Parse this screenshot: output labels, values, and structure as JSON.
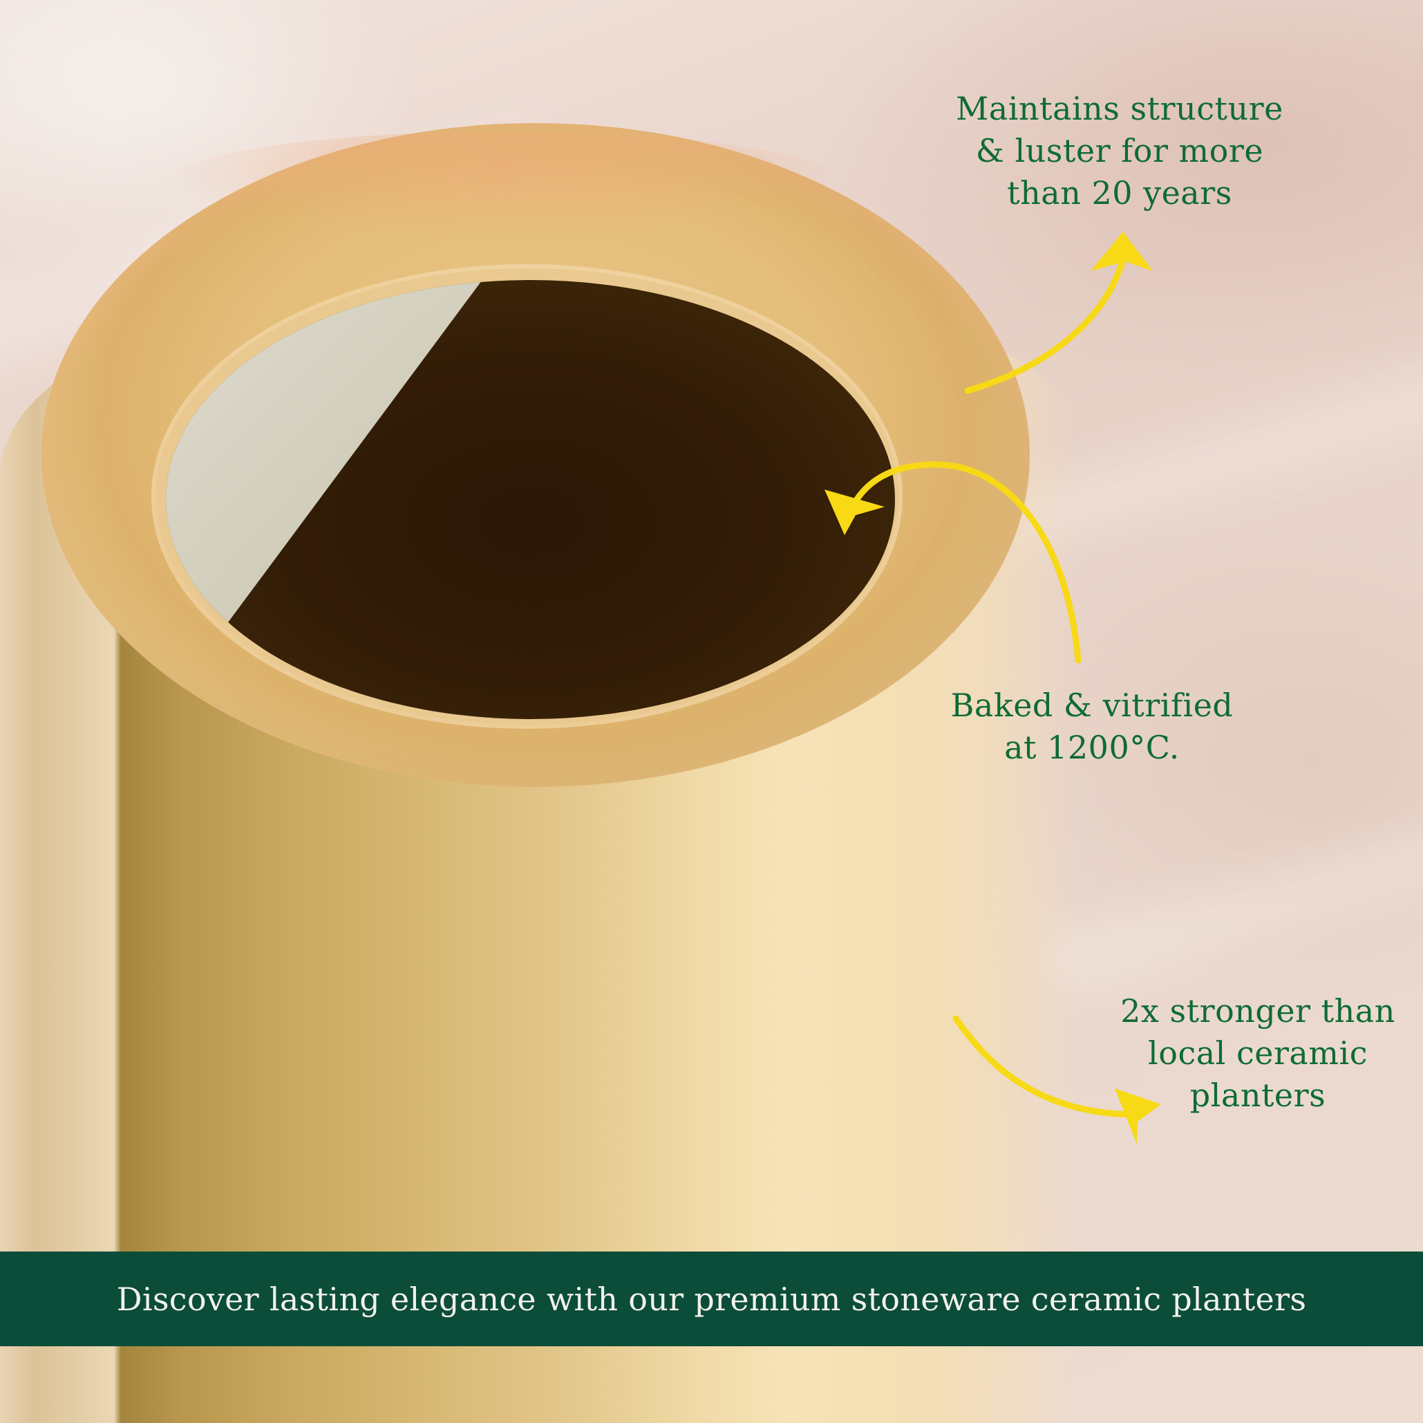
{
  "image": {
    "subject": "yellow glossy stoneware ceramic planter viewed from above",
    "background_color": "#ead7cc",
    "pot_color": "#e3c78b",
    "pot_interior_color": "#331d07"
  },
  "callouts": [
    {
      "id": "longevity",
      "lines": [
        "Maintains structure",
        "& luster for more",
        "than 20 years"
      ],
      "arrow_icon": "curved-arrow-up-icon"
    },
    {
      "id": "firing",
      "lines": [
        "Baked & vitrified",
        "at 1200°C."
      ],
      "arrow_icon": "curved-arrow-left-icon"
    },
    {
      "id": "strength",
      "lines": [
        "2x stronger than",
        "local ceramic",
        "planters"
      ],
      "arrow_icon": "curved-arrow-right-icon"
    }
  ],
  "banner": {
    "text": "Discover lasting elegance with our premium stoneware ceramic planters",
    "background_color": "#0b4d39",
    "text_color": "#f2f1ea"
  },
  "colors": {
    "callout_text": "#0f6b35",
    "arrow": "#f7d916"
  }
}
